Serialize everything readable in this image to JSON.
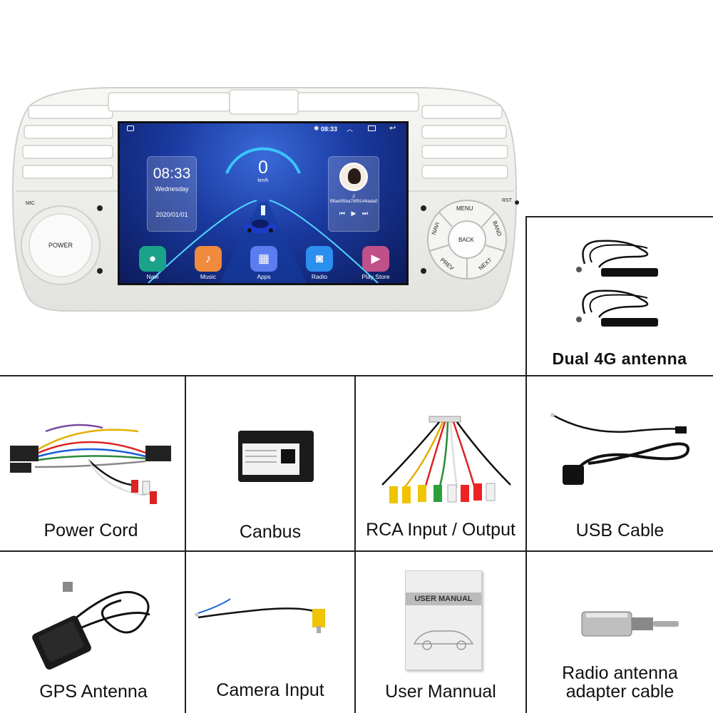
{
  "device": {
    "status_time": "08:33",
    "clock_time": "08:33",
    "clock_day": "Wednesday",
    "clock_date": "2020/01/01",
    "speed_value": "0",
    "speed_unit": "km/h",
    "music_track": "f9fae95ba78f9144ada0",
    "apps": [
      {
        "label": "Navi",
        "icon": "map-pin-icon",
        "color": "#1aa38a"
      },
      {
        "label": "Music",
        "icon": "music-note-icon",
        "color": "#f08a3c"
      },
      {
        "label": "Apps",
        "icon": "apps-grid-icon",
        "color": "#5b7df0"
      },
      {
        "label": "Radio",
        "icon": "radio-icon",
        "color": "#2b8ff0"
      },
      {
        "label": "Play Store",
        "icon": "play-store-icon",
        "color": "#c0508a"
      }
    ],
    "power_label": "POWER",
    "mic_label": "MIC",
    "rst_label": "RST",
    "pad": {
      "menu": "MENU",
      "back": "BACK",
      "navi": "NAVI",
      "band": "BAND",
      "prev": "PREV",
      "next": "NEXT"
    }
  },
  "accessories": {
    "dual_4g_antenna": "Dual 4G antenna",
    "power_cord": "Power Cord",
    "canbus": "Canbus",
    "rca": "RCA Input / Output",
    "usb_cable": "USB Cable",
    "gps_antenna": "GPS Antenna",
    "camera_input": "Camera Input",
    "user_manual_caption": "User Mannual",
    "manual_cover_title": "USER MANUAL",
    "radio_adapter_line1": "Radio antenna",
    "radio_adapter_line2": "adapter cable"
  }
}
